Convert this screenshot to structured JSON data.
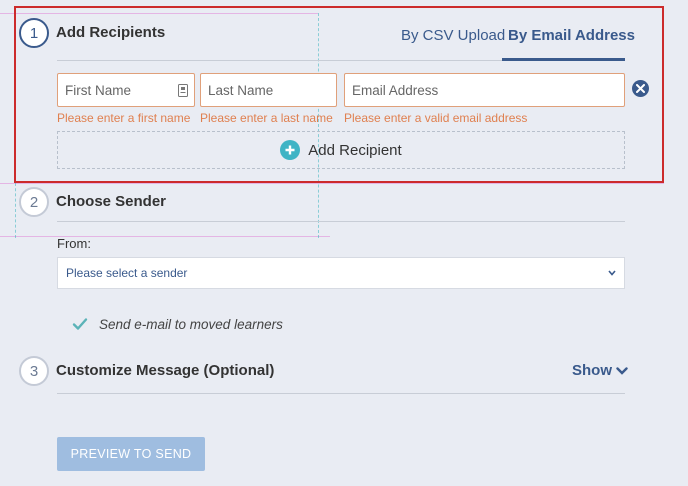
{
  "steps": [
    {
      "number": "1",
      "title": "Add Recipients"
    },
    {
      "number": "2",
      "title": "Choose Sender"
    },
    {
      "number": "3",
      "title": "Customize Message (Optional)"
    }
  ],
  "recipient_tabs": {
    "csv": "By CSV Upload",
    "email": "By Email Address",
    "active": "email"
  },
  "recipient_row": {
    "first_name": {
      "placeholder": "First Name",
      "error": "Please enter a first name"
    },
    "last_name": {
      "placeholder": "Last Name",
      "error": "Please enter a last name"
    },
    "email": {
      "placeholder": "Email Address",
      "error": "Please enter a valid email address"
    }
  },
  "add_recipient_label": "Add Recipient",
  "sender": {
    "from_label": "From:",
    "select_placeholder": "Please select a sender"
  },
  "moved_learners": {
    "label": "Send e-mail to moved learners",
    "checked": true
  },
  "customize": {
    "show_label": "Show"
  },
  "preview_button": "PREVIEW TO SEND",
  "colors": {
    "accent": "#3a5a8c",
    "error": "#e08050",
    "highlight_frame": "#cc2b2b",
    "add_icon": "#3fb4c5",
    "button_disabled": "#9fbde0"
  }
}
